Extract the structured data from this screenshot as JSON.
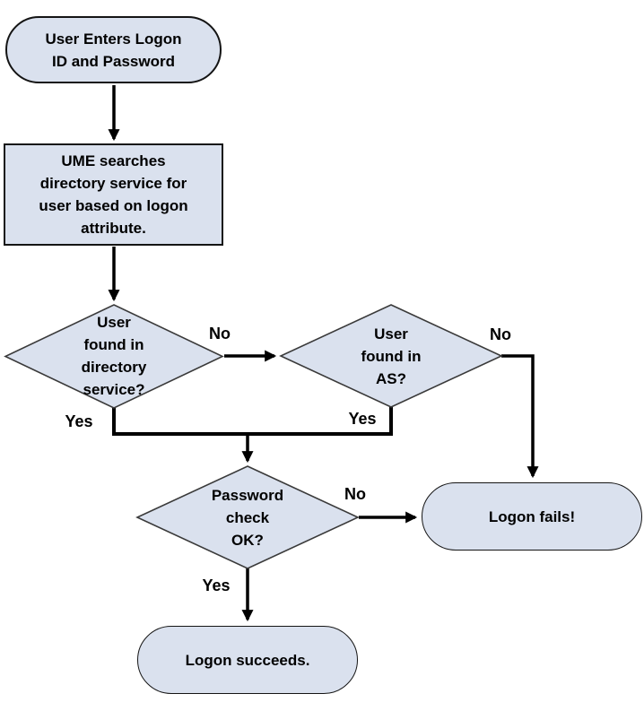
{
  "colors": {
    "node_fill": "#dae1ee",
    "node_border": "#3a3a3a",
    "outline_strong": "#141414",
    "connector": "#000000",
    "bg": "#ffffff"
  },
  "nodes": {
    "start": {
      "label": "User Enters Logon\nID and Password"
    },
    "ume_search": {
      "label": "UME searches\ndirectory service for\nuser based on logon\nattribute."
    },
    "dir_decision": {
      "label": "User\nfound in\ndirectory\nservice?"
    },
    "as_decision": {
      "label": "User\nfound in\nAS?"
    },
    "pwd_decision": {
      "label": "Password\ncheck\nOK?"
    },
    "fail": {
      "label": "Logon fails!"
    },
    "success": {
      "label": "Logon succeeds."
    }
  },
  "edges": {
    "dir_no": "No",
    "dir_yes": "Yes",
    "as_no": "No",
    "as_yes": "Yes",
    "pwd_no": "No",
    "pwd_yes": "Yes"
  }
}
